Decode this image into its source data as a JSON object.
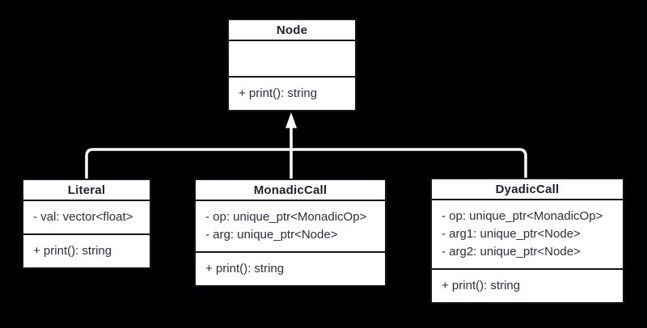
{
  "diagram": {
    "kind": "uml-class-diagram",
    "background_color": "#000000",
    "connector_color": "#ffffff",
    "box_fill_color": "#ffffff",
    "box_border_color": "#15151f",
    "text_color": "#2b2e3b"
  },
  "classes": [
    {
      "name": "Node",
      "attributes": [],
      "methods": [
        "+ print(): string"
      ]
    },
    {
      "name": "Literal",
      "attributes": [
        "- val: vector<float>"
      ],
      "methods": [
        "+ print(): string"
      ]
    },
    {
      "name": "MonadicCall",
      "attributes": [
        "- op: unique_ptr<MonadicOp>",
        "- arg: unique_ptr<Node>"
      ],
      "methods": [
        "+ print(): string"
      ]
    },
    {
      "name": "DyadicCall",
      "attributes": [
        "- op: unique_ptr<MonadicOp>",
        "- arg1: unique_ptr<Node>",
        "- arg2: unique_ptr<Node>"
      ],
      "methods": [
        "+ print(): string"
      ]
    }
  ],
  "relationships": [
    {
      "from": "Literal",
      "to": "Node",
      "type": "inheritance"
    },
    {
      "from": "MonadicCall",
      "to": "Node",
      "type": "inheritance"
    },
    {
      "from": "DyadicCall",
      "to": "Node",
      "type": "inheritance"
    }
  ]
}
